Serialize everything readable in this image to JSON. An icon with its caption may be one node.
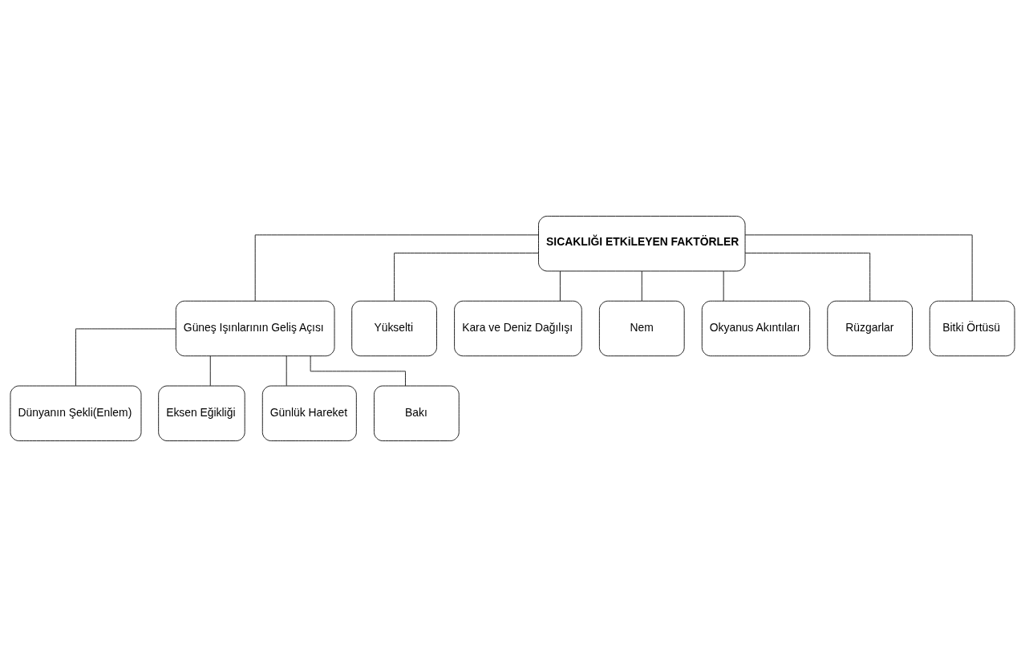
{
  "diagram": {
    "nodes": [
      {
        "text": [
          "SICAKLIĞI ETKiLEYEN FAKTÖRLER"
        ]
      },
      {
        "text": [
          "Güneş Işınlarının Geliş Açısı"
        ]
      },
      {
        "text": [
          "Yükselti"
        ]
      },
      {
        "text": [
          "Kara ve Deniz Dağılışı"
        ]
      },
      {
        "text": [
          "Nem"
        ]
      },
      {
        "text": [
          "Okyanus Akıntıları"
        ]
      },
      {
        "text": [
          "Rüzgarlar"
        ]
      },
      {
        "text": [
          "Bitki Örtüsü"
        ]
      },
      {
        "text": [
          "Dünyanın Şekli(Enlem)"
        ]
      },
      {
        "text": [
          "Eksen Eğikliği"
        ]
      },
      {
        "text": [
          "Günlük Hareket"
        ]
      },
      {
        "text": [
          "Bakı"
        ]
      }
    ],
    "edges": [
      {
        "from": 0,
        "to": 1,
        "arrow": "none"
      },
      {
        "from": 0,
        "to": 2,
        "arrow": "none"
      },
      {
        "from": 0,
        "to": 3,
        "arrow": "none"
      },
      {
        "from": 0,
        "to": 4,
        "arrow": "none"
      },
      {
        "from": 0,
        "to": 5,
        "arrow": "none"
      },
      {
        "from": 0,
        "to": 6,
        "arrow": "none"
      },
      {
        "from": 0,
        "to": 7,
        "arrow": "none"
      },
      {
        "from": 1,
        "to": 8,
        "arrow": "none"
      },
      {
        "from": 1,
        "to": 9,
        "arrow": "none"
      },
      {
        "from": 1,
        "to": 10,
        "arrow": "none"
      },
      {
        "from": 1,
        "to": 11,
        "arrow": "none"
      }
    ]
  }
}
